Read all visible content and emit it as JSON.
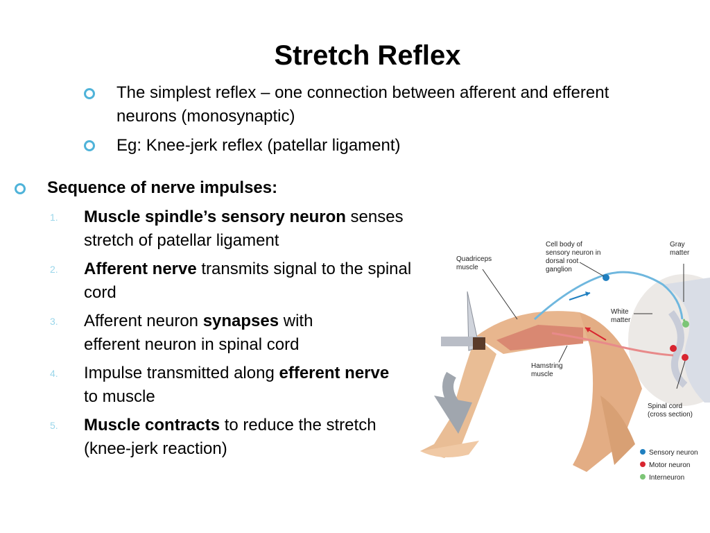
{
  "slide": {
    "title": "Stretch Reflex",
    "intro": [
      "The simplest reflex – one connection between afferent and efferent neurons (monosynaptic)",
      "Eg: Knee-jerk reflex (patellar ligament)"
    ],
    "sequence_heading": "Sequence of nerve impulses:",
    "steps": [
      {
        "num": "1.",
        "parts": [
          {
            "text": "Muscle spindle’s sensory neuron",
            "bold": true
          },
          {
            "text": " senses stretch of patellar ligament",
            "bold": false
          }
        ]
      },
      {
        "num": "2.",
        "parts": [
          {
            "text": "Afferent nerve",
            "bold": true
          },
          {
            "text": " transmits signal to the spinal cord",
            "bold": false
          }
        ]
      },
      {
        "num": "3.",
        "parts": [
          {
            "text": "Afferent neuron ",
            "bold": false
          },
          {
            "text": "synapses",
            "bold": true
          },
          {
            "text": " with efferent neuron in spinal cord",
            "bold": false
          }
        ]
      },
      {
        "num": "4.",
        "parts": [
          {
            "text": "Impulse transmitted along ",
            "bold": false
          },
          {
            "text": "efferent nerve",
            "bold": true
          },
          {
            "text": " to muscle",
            "bold": false
          }
        ]
      },
      {
        "num": "5.",
        "parts": [
          {
            "text": "Muscle contracts",
            "bold": true
          },
          {
            "text": " to reduce the stretch (knee-jerk reaction)",
            "bold": false
          }
        ]
      }
    ]
  },
  "diagram": {
    "labels": {
      "quadriceps": [
        "Quadriceps",
        "muscle"
      ],
      "cell_body": [
        "Cell body of",
        "sensory neuron in",
        "dorsal root",
        "ganglion"
      ],
      "gray_matter": [
        "Gray",
        "matter"
      ],
      "white_matter": [
        "White",
        "matter"
      ],
      "hamstring": [
        "Hamstring",
        "muscle"
      ],
      "spinal_cord": [
        "Spinal cord",
        "(cross section)"
      ]
    },
    "legend": [
      {
        "label": "Sensory neuron",
        "color": "#1f7fc0"
      },
      {
        "label": "Motor neuron",
        "color": "#d8252f"
      },
      {
        "label": "Interneuron",
        "color": "#7cc576"
      }
    ]
  }
}
